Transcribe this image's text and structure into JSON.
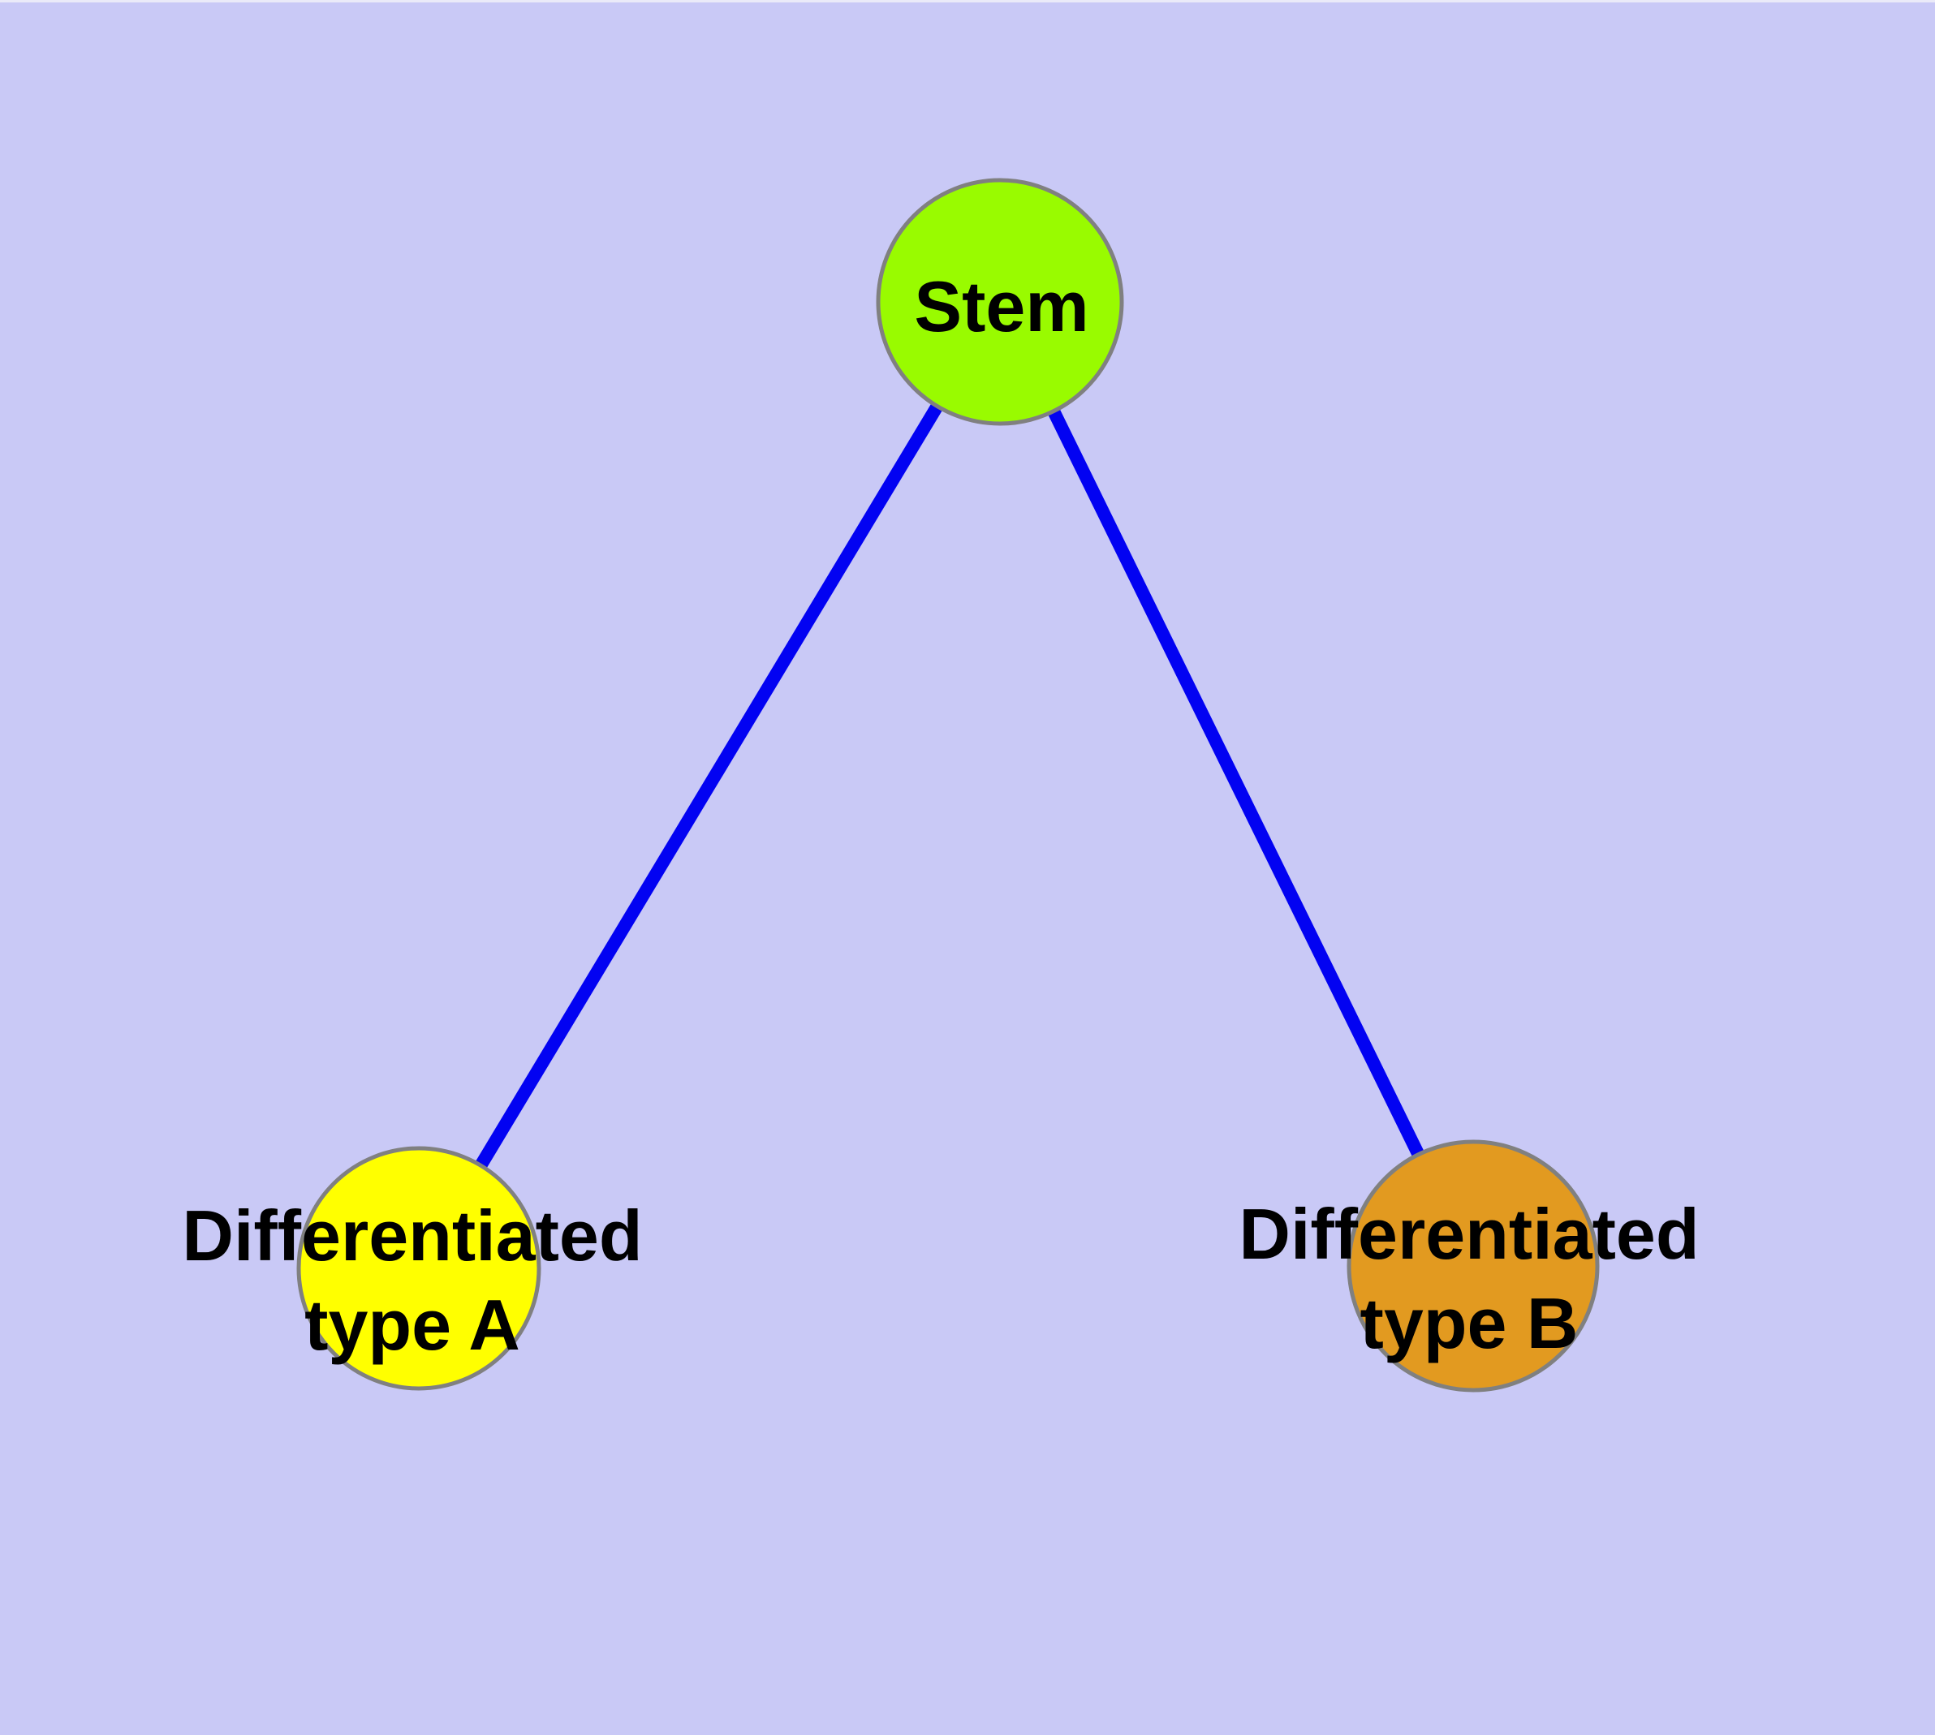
{
  "diagram": {
    "background_color": "#C9C9F6",
    "top_edge_strip_color": "#EAEAF8",
    "edge_color": "#0202F2",
    "node_border_color": "#808080",
    "label_color": "#000000",
    "nodes": [
      {
        "id": "stem",
        "label": "Stem",
        "fill": "#99FB00"
      },
      {
        "id": "type_a",
        "label": "Differentiated\ntype A",
        "fill": "#FFFF00"
      },
      {
        "id": "type_b",
        "label": "Differentiated\ntype B",
        "fill": "#E29A20"
      }
    ],
    "edges": [
      {
        "from": "stem",
        "to": "type_a"
      },
      {
        "from": "stem",
        "to": "type_b"
      }
    ]
  }
}
